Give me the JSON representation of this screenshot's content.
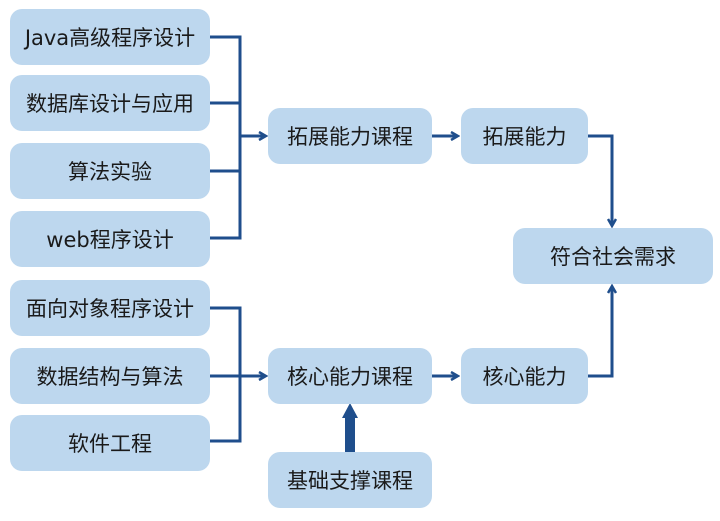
{
  "courses": {
    "java": "Java高级程序设计",
    "database": "数据库设计与应用",
    "algorithm_lab": "算法实验",
    "web": "web程序设计",
    "oop": "面向对象程序设计",
    "data_structures": "数据结构与算法",
    "software_eng": "软件工程"
  },
  "groups": {
    "extended_courses": "拓展能力课程",
    "core_courses": "核心能力课程",
    "foundation_courses": "基础支撑课程"
  },
  "abilities": {
    "extended": "拓展能力",
    "core": "核心能力"
  },
  "goal": "符合社会需求",
  "colors": {
    "box_fill": "#bdd7ee",
    "connector": "#1f4e8c"
  }
}
